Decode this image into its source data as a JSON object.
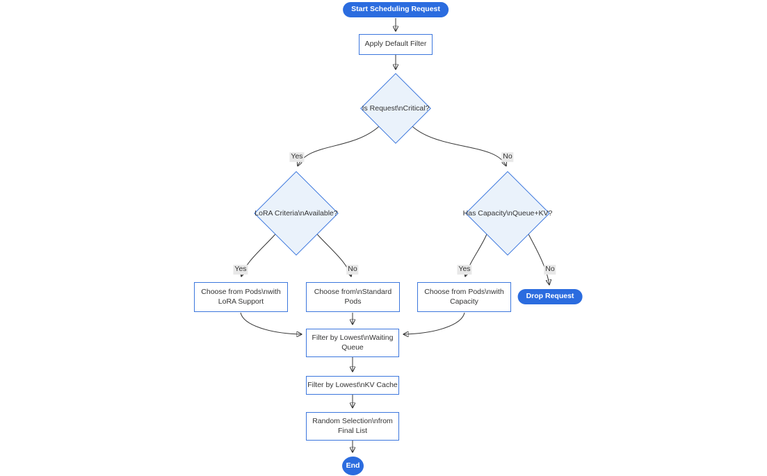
{
  "colors": {
    "background": "#ffffff",
    "pill_fill": "#2b6cdf",
    "pill_text": "#ffffff",
    "node_border": "#3b76dd",
    "node_fill": "#ffffff",
    "diamond_fill": "#eaf2fb",
    "node_text": "#333333",
    "edge_line": "#333333",
    "edge_label_bg": "#e8e8e8",
    "edge_label_text": "#333333"
  },
  "nodes": {
    "start": {
      "label": "Start Scheduling Request",
      "shape": "stadium"
    },
    "apply_filter": {
      "label": "Apply Default Filter",
      "shape": "rect"
    },
    "is_critical": {
      "label": "Is Request\\nCritical?",
      "shape": "diamond"
    },
    "lora_criteria": {
      "label": "LoRA Criteria\\nAvailable?",
      "shape": "diamond"
    },
    "has_capacity": {
      "label": "Has Capacity\\nQueue+KV?",
      "shape": "diamond"
    },
    "choose_lora": {
      "label": "Choose from Pods\\nwith LoRA Support",
      "shape": "rect"
    },
    "choose_standard": {
      "label": "Choose from\\nStandard Pods",
      "shape": "rect"
    },
    "choose_capacity": {
      "label": "Choose from Pods\\nwith Capacity",
      "shape": "rect"
    },
    "drop_request": {
      "label": "Drop Request",
      "shape": "stadium"
    },
    "filter_waiting": {
      "label": "Filter by Lowest\\nWaiting Queue",
      "shape": "rect"
    },
    "filter_kv": {
      "label": "Filter by Lowest\\nKV Cache",
      "shape": "rect"
    },
    "random_selection": {
      "label": "Random Selection\\nfrom Final List",
      "shape": "rect"
    },
    "end": {
      "label": "End",
      "shape": "circle"
    }
  },
  "edge_labels": [
    {
      "from": "is_critical",
      "to": "lora_criteria",
      "text": "Yes"
    },
    {
      "from": "is_critical",
      "to": "has_capacity",
      "text": "No"
    },
    {
      "from": "lora_criteria",
      "to": "choose_lora",
      "text": "Yes"
    },
    {
      "from": "lora_criteria",
      "to": "choose_standard",
      "text": "No"
    },
    {
      "from": "has_capacity",
      "to": "choose_capacity",
      "text": "Yes"
    },
    {
      "from": "has_capacity",
      "to": "drop_request",
      "text": "No"
    }
  ]
}
